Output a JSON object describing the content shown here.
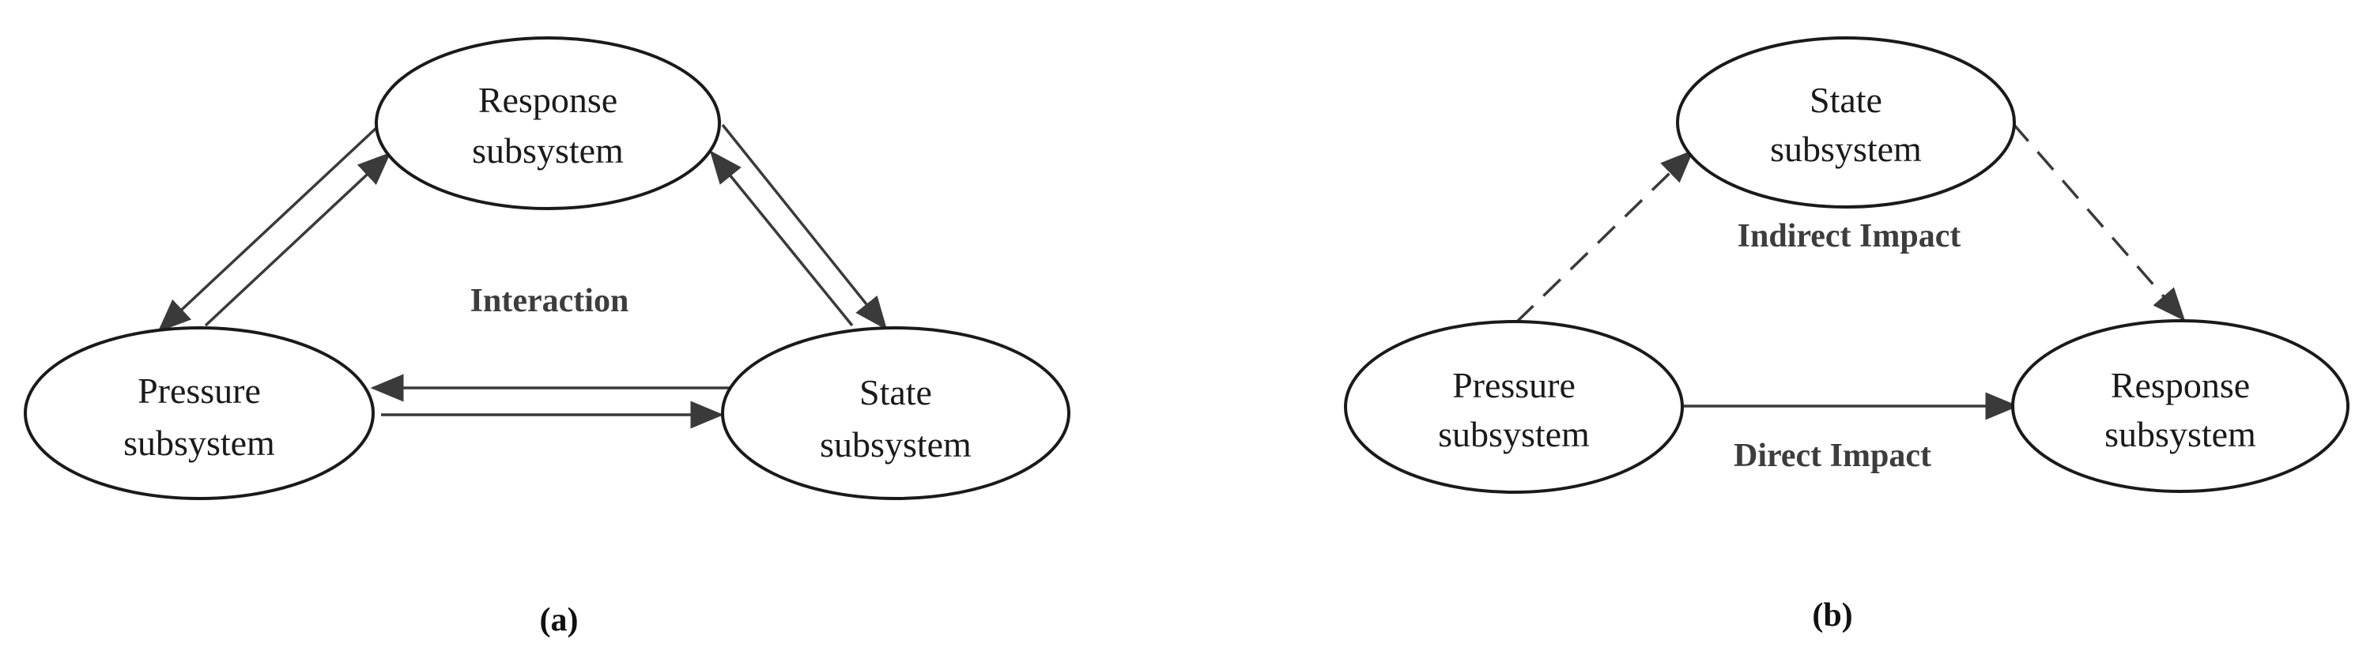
{
  "colors": {
    "stroke": "#1a1a1a",
    "arrow": "#3a3a3a",
    "bold_label": "#3d3d3d",
    "background": "#ffffff"
  },
  "diagram_a": {
    "caption": "(a)",
    "center_label": "Interaction",
    "nodes": {
      "response": {
        "line1": "Response",
        "line2": "subsystem"
      },
      "pressure": {
        "line1": "Pressure",
        "line2": "subsystem"
      },
      "state": {
        "line1": "State",
        "line2": "subsystem"
      }
    }
  },
  "diagram_b": {
    "caption": "(b)",
    "indirect_label": "Indirect Impact",
    "direct_label": "Direct Impact",
    "nodes": {
      "state": {
        "line1": "State",
        "line2": "subsystem"
      },
      "pressure": {
        "line1": "Pressure",
        "line2": "subsystem"
      },
      "response": {
        "line1": "Response",
        "line2": "subsystem"
      }
    }
  }
}
